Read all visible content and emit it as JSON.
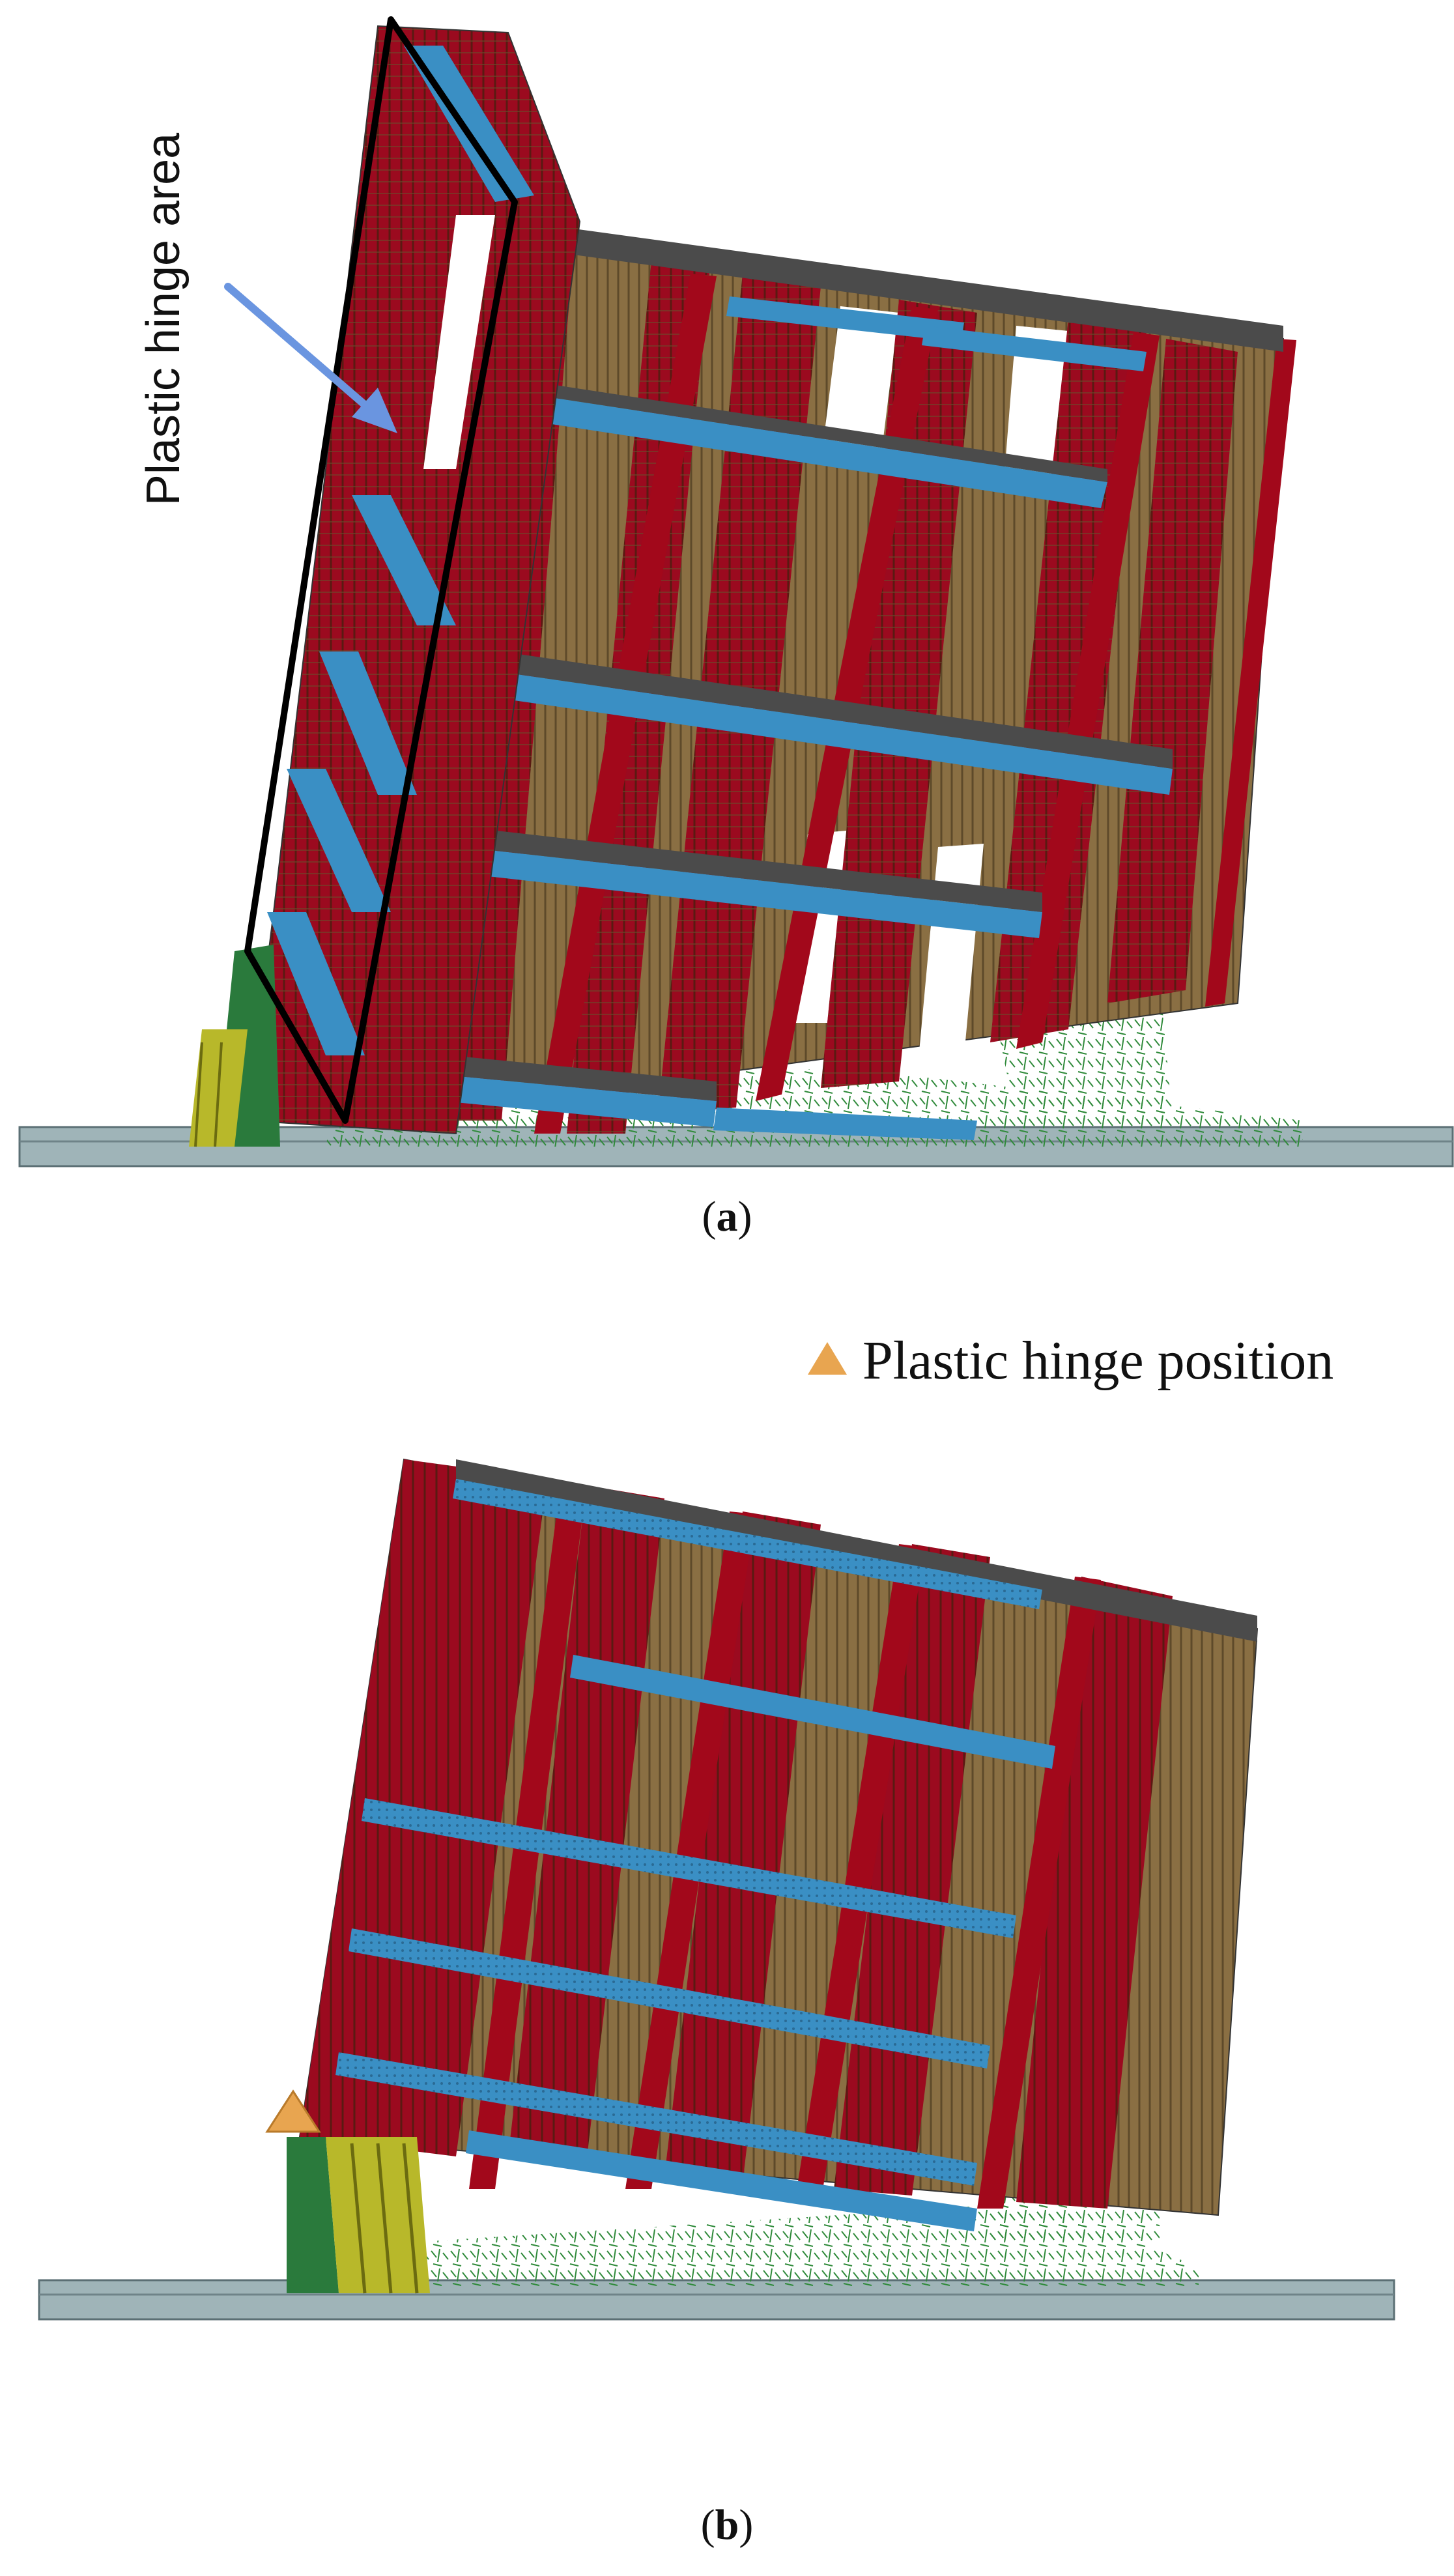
{
  "figure": {
    "panel_a": {
      "caption_letter": "a",
      "annotation_label": "Plastic hinge area"
    },
    "panel_b": {
      "caption_letter": "b",
      "legend_label": "Plastic hinge position",
      "legend_marker": "orange-triangle"
    }
  },
  "colors": {
    "column_red": "#9b0a1f",
    "wall_brown": "#8a6f43",
    "slab_blue": "#3a8fc4",
    "slab_grey": "#4b4b4b",
    "ground": "#9fb4b8",
    "debris_green": "#2f8a3a",
    "failed_column_green": "#2a7a3c",
    "failed_column_yellow": "#b8b82a",
    "arrow_blue": "#6a95e0",
    "marker_orange": "#e8a550"
  },
  "icons": {
    "annotation_arrow": "arrow-icon",
    "legend_marker": "triangle-icon"
  }
}
